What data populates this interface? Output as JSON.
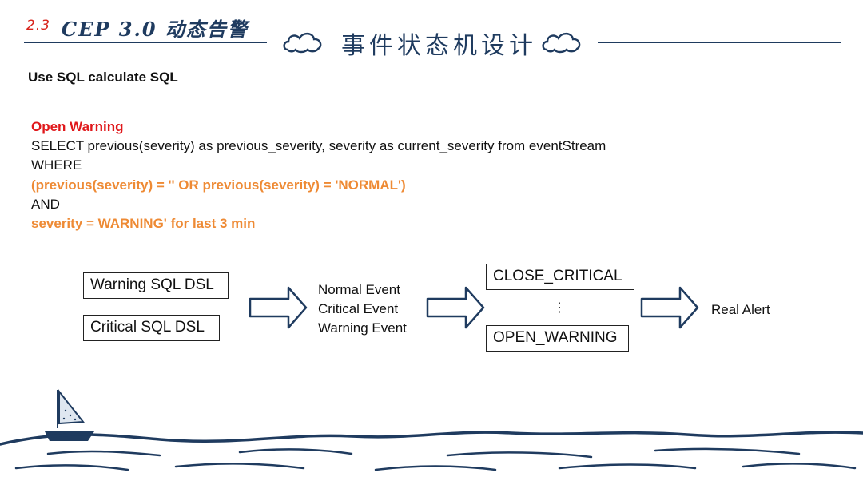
{
  "header": {
    "section_number": "2.3",
    "title": "CEP 3.0 动态告警",
    "subtitle": "事件状态机设计"
  },
  "intro": "Use SQL calculate SQL",
  "code_block": {
    "heading": "Open Warning",
    "lines": [
      {
        "text": "SELECT previous(severity) as previous_severity, severity as current_severity from eventStream",
        "style": "plain"
      },
      {
        "text": "WHERE",
        "style": "plain"
      },
      {
        "text": "(previous(severity) = '' OR previous(severity) = 'NORMAL')",
        "style": "orange"
      },
      {
        "text": "AND",
        "style": "plain"
      },
      {
        "text": "severity = WARNING' for last 3 min",
        "style": "orange"
      }
    ]
  },
  "flow": {
    "inputs": [
      "Warning SQL DSL",
      "Critical SQL DSL"
    ],
    "events": [
      "Normal Event",
      "Critical Event",
      "Warning Event"
    ],
    "states": [
      "CLOSE_CRITICAL",
      "⋮",
      "OPEN_WARNING"
    ],
    "output": "Real Alert"
  },
  "colors": {
    "accent_red": "#e0181b",
    "accent_orange": "#ee8a34",
    "navy": "#1f3b5f"
  }
}
